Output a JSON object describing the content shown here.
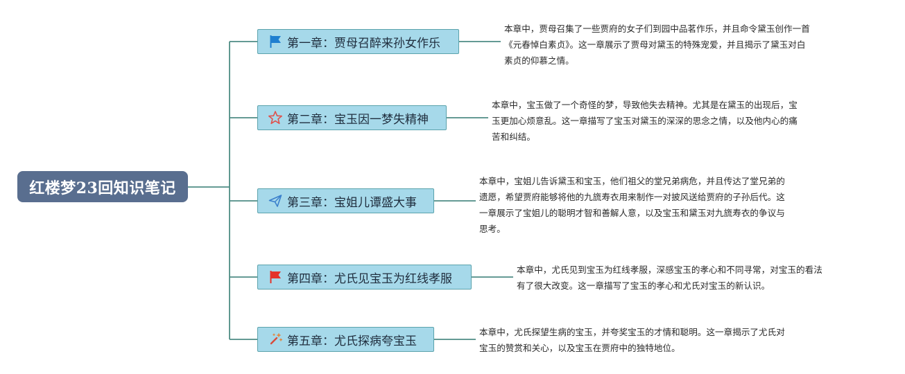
{
  "root": {
    "title": "红楼梦23回知识笔记"
  },
  "chapters": [
    {
      "icon": "blue-flag-icon",
      "title": "第一章：贾母召醉来孙女作乐",
      "note_lines": [
        "本章中，贾母召集了一些贾府的女子们到园中品茗作乐，并且命令黛玉创作一首",
        "《元春悼白素贞》。这一章展示了贾母对黛玉的特殊宠爱，并且揭示了黛玉对白",
        "素贞的仰慕之情。"
      ]
    },
    {
      "icon": "star-outline-icon",
      "title": "第二章：宝玉因一梦失精神",
      "note_lines": [
        "本章中，宝玉做了一个奇怪的梦，导致他失去精神。尤其是在黛玉的出现后，宝",
        "玉更加心烦意乱。这一章描写了宝玉对黛玉的深深的思念之情，以及他内心的痛",
        "苦和纠结。"
      ]
    },
    {
      "icon": "paper-plane-icon",
      "title": "第三章：宝姐儿谭盛大事",
      "note_lines": [
        "本章中，宝姐儿告诉黛玉和宝玉，他们祖父的堂兄弟病危，并且传达了堂兄弟的",
        "遗愿，希望贾府能够将他的九旒寿衣用来制作一对披风送给贾府的子孙后代。这",
        "一章展示了宝姐儿的聪明才智和善解人意，以及宝玉和黛玉对九旒寿衣的争议与",
        "思考。"
      ]
    },
    {
      "icon": "red-flag-icon",
      "title": "第四章：尤氏见宝玉为红线孝服",
      "note_lines": [
        "本章中，尤氏见到宝玉为红线孝服，深感宝玉的孝心和不同寻常，对宝玉的看法",
        "有了很大改变。这一章描写了宝玉的孝心和尤氏对宝玉的新认识。"
      ]
    },
    {
      "icon": "magic-wand-icon",
      "title": "第五章：尤氏探病夸宝玉",
      "note_lines": [
        "本章中，尤氏探望生病的宝玉，并夸奖宝玉的才情和聪明。这一章揭示了尤氏对",
        "宝玉的赞赏和关心，以及宝玉在贾府中的独特地位。"
      ]
    }
  ],
  "colors": {
    "root_fill": "#596e8f",
    "chapter_fill": "#a6d9ea",
    "chapter_border": "#5aa2ab",
    "connector": "#4e8c84",
    "flag_blue": "#1f7fd0",
    "flag_red": "#e4322b",
    "star": "#e0504b",
    "plane": "#3a7fcc",
    "wand": "#d84b3b"
  }
}
